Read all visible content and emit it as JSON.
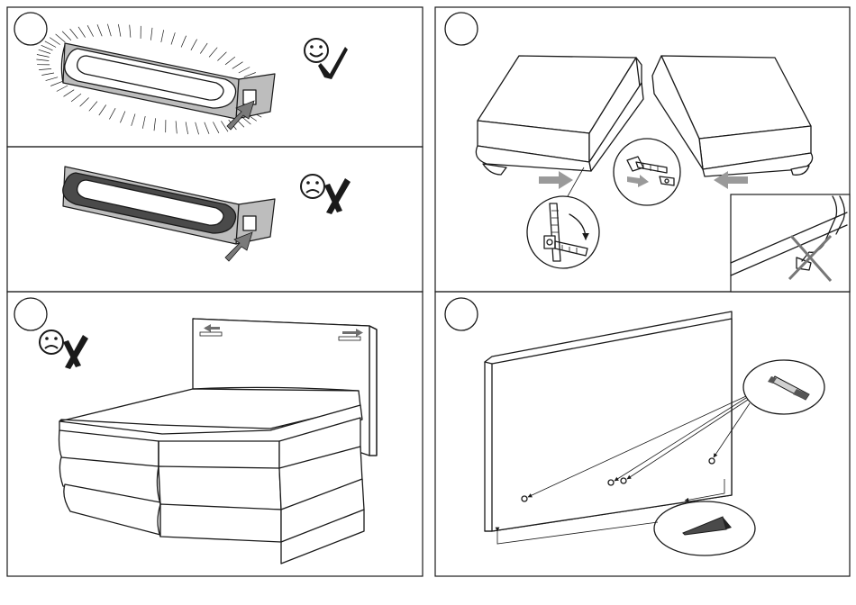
{
  "panels": [
    {
      "id": "panel-top-left-a",
      "step_circle": true,
      "status": "ok"
    },
    {
      "id": "panel-top-left-b",
      "step_circle": false,
      "status": "wrong"
    },
    {
      "id": "panel-top-right",
      "step_circle": true
    },
    {
      "id": "panel-bottom-left",
      "step_circle": true,
      "status": "wrong"
    },
    {
      "id": "panel-bottom-right",
      "step_circle": true
    }
  ],
  "icons": {
    "ok": [
      "smiley-face-icon",
      "check-mark-icon"
    ],
    "wrong": [
      "sad-face-icon",
      "cross-mark-icon"
    ],
    "tools": [
      "pen-icon",
      "wedge-icon",
      "arrow-icon",
      "hinge-fitting-icon"
    ]
  },
  "colors": {
    "line": "#1a1a1a",
    "grey_fill": "#bdbdbd",
    "dark_fill": "#6f6f6f",
    "arrow_fill": "#7a7a7a",
    "background": "#ffffff"
  }
}
